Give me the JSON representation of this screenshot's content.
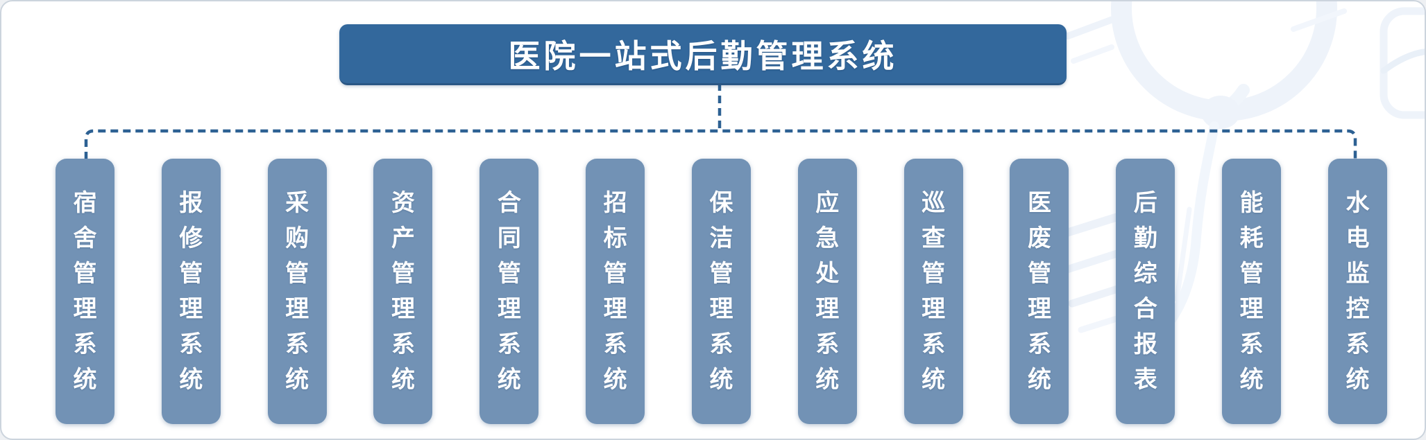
{
  "diagram": {
    "title": "医院一站式后勤管理系统",
    "children": [
      {
        "label": "宿舍管理系统"
      },
      {
        "label": "报修管理系统"
      },
      {
        "label": "采购管理系统"
      },
      {
        "label": "资产管理系统"
      },
      {
        "label": "合同管理系统"
      },
      {
        "label": "招标管理系统"
      },
      {
        "label": "保洁管理系统"
      },
      {
        "label": "应急处理系统"
      },
      {
        "label": "巡查管理系统"
      },
      {
        "label": "医废管理系统"
      },
      {
        "label": "后勤综合报表"
      },
      {
        "label": "能耗管理系统"
      },
      {
        "label": "水电监控系统"
      }
    ],
    "connector_style": "dashed"
  },
  "colors": {
    "root_box": "#33689c",
    "child_box": "#7292b5",
    "connector": "#2d6193",
    "box_text": "#ffffff",
    "watermark": "#edf3fa"
  },
  "icons": {
    "watermark": "stethoscope-sketch"
  }
}
